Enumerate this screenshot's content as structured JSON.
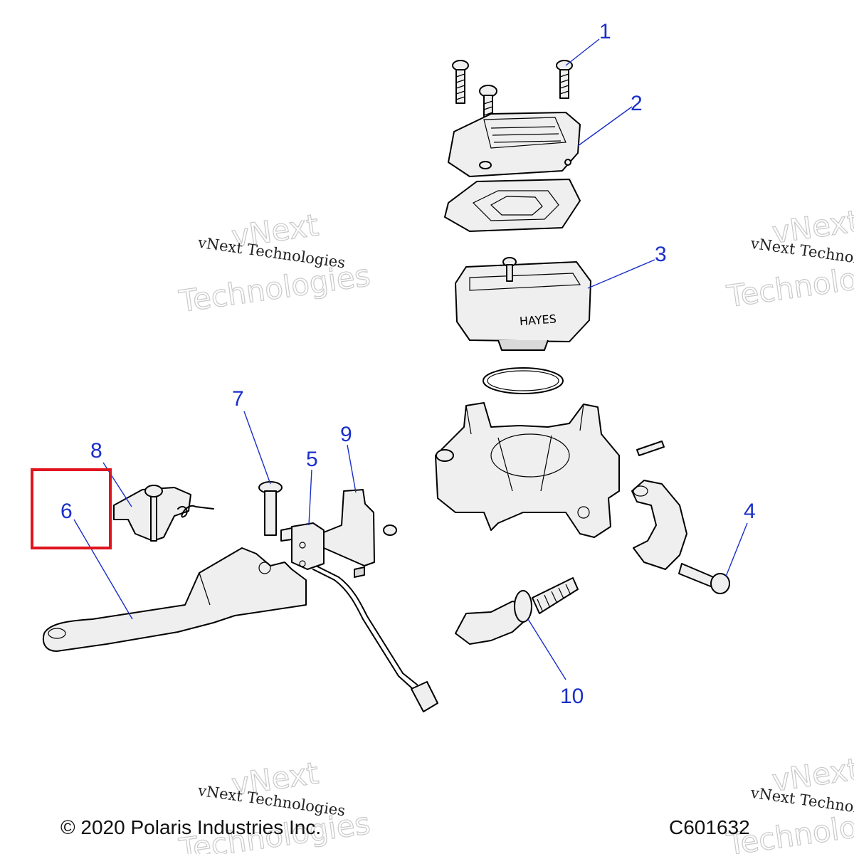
{
  "callouts": [
    "1",
    "2",
    "3",
    "4",
    "5",
    "6",
    "7",
    "8",
    "9",
    "10"
  ],
  "footer": {
    "copyright": "© 2020 Polaris Industries Inc.",
    "code": "C601632"
  },
  "watermark": {
    "line_small": "vNext Technologies",
    "line_big_1": "vNext",
    "line_big_2": "Technologies"
  },
  "highlight": {
    "callout": "6",
    "color": "#e0141e"
  },
  "colors": {
    "callout": "#1a2fc9",
    "part_fill": "#efefef",
    "outline": "#000000"
  }
}
